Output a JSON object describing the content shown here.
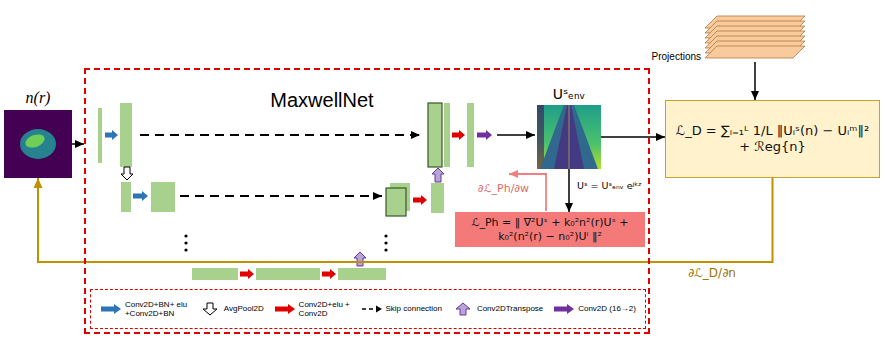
{
  "diagram": {
    "nodes": [
      {
        "text": [
          "n(r)"
        ]
      },
      {
        "text": [
          "MaxwellNet"
        ]
      },
      {
        "text": [
          "Uˢₑₙᵥ"
        ],
        "in": 1
      },
      {
        "text": [
          "ℒ_Ph = ‖ ∇²Uˢ + k₀²n²(r)Uˢ + k₀²(n²(r) − n₀²)Uⁱ ‖²"
        ],
        "in": 1
      },
      {
        "text": [
          "Projections"
        ]
      },
      {
        "text": [
          "ℒ_D = ∑ᵢ₌₁ᴸ 1/L ‖Uᵢˢ(n) − Uᵢᵐ‖² + ℛeg{n}"
        ]
      }
    ],
    "edges": [
      {
        "from": 0,
        "to": 1,
        "arrow": "to"
      },
      {
        "from": 2,
        "to": 5,
        "arrow": "to"
      },
      {
        "from": 2,
        "to": 3,
        "arrow": "to",
        "label": "Uˢ = Uˢₑₙᵥ eʲᵏᶻ"
      },
      {
        "from": 4,
        "to": 5,
        "arrow": "to"
      },
      {
        "from": 5,
        "to": 0,
        "arrow": "to",
        "label": "∂ℒ_D/∂n"
      }
    ],
    "labels": [
      "∂ℒ_Ph/∂w"
    ],
    "legend": [
      {
        "text": "Conv2D+BN+ elu +Conv2D+BN"
      },
      {
        "text": "AvgPool2D"
      },
      {
        "text": "Conv2D+elu + Conv2D"
      },
      {
        "text": "Skip connection"
      },
      {
        "text": "Conv2DTranspose"
      },
      {
        "text": "Conv2D (16→2)"
      }
    ]
  }
}
